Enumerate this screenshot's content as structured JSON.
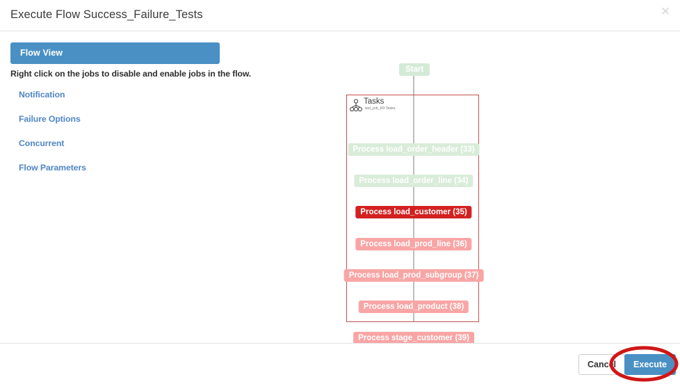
{
  "header": {
    "title": "Execute Flow Success_Failure_Tests",
    "close_icon": "close-icon",
    "close_glyph": "✕"
  },
  "left_panel": {
    "tab_label": "Flow View",
    "hint": "Right click on the jobs to disable and enable jobs in the flow.",
    "links": [
      {
        "label": "Notification"
      },
      {
        "label": "Failure Options"
      },
      {
        "label": "Concurrent"
      },
      {
        "label": "Flow Parameters"
      }
    ]
  },
  "flow": {
    "start_label": "Start",
    "group_title": "Tasks",
    "group_subtitle": "wsl_job_60:Tasks",
    "group_icon": "tree-icon",
    "nodes": [
      {
        "label": "Process load_order_header (33)",
        "state": "green"
      },
      {
        "label": "Process load_order_line (34)",
        "state": "green"
      },
      {
        "label": "Process load_customer (35)",
        "state": "red"
      },
      {
        "label": "Process load_prod_line (36)",
        "state": "pink"
      },
      {
        "label": "Process load_prod_subgroup (37)",
        "state": "pink"
      },
      {
        "label": "Process load_product (38)",
        "state": "pink"
      },
      {
        "label": "Process stage_customer (39)",
        "state": "pink"
      }
    ]
  },
  "footer": {
    "cancel_label": "Cancel",
    "execute_label": "Execute"
  },
  "colors": {
    "accent_blue": "#4a90c4",
    "link_blue": "#4f86c6",
    "node_green": "#d9ecd9",
    "node_pink": "#f9a5a5",
    "node_red": "#d32020",
    "group_border_red": "#c0504d",
    "annotation_red": "#d01616"
  }
}
